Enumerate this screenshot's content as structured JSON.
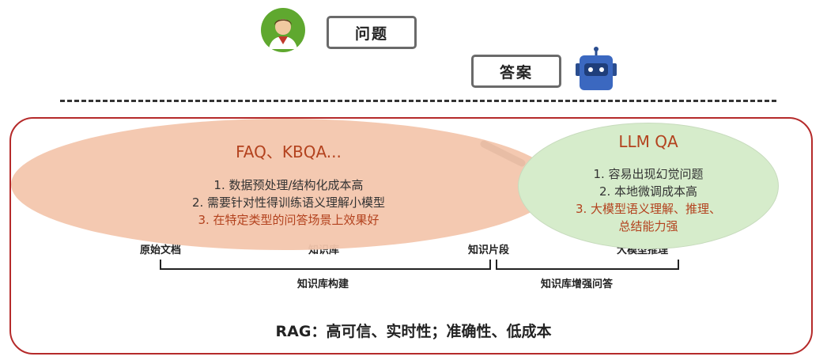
{
  "top": {
    "question_label": "问题",
    "answer_label": "答案",
    "user_icon": "user-avatar-icon",
    "robot_icon": "robot-icon"
  },
  "left_bubble": {
    "title": "FAQ、KBQA...",
    "lines": [
      "1. 数据预处理/结构化成本高",
      "2. 需要针对性得训练语义理解小模型",
      "3. 在特定类型的问答场景上效果好"
    ]
  },
  "right_bubble": {
    "title": "LLM QA",
    "lines": [
      "1. 容易出现幻觉问题",
      "2. 本地微调成本高",
      "3. 大模型语义理解、推理、",
      "总结能力强"
    ]
  },
  "pipeline": {
    "stages": [
      "原始文档",
      "知识库",
      "知识片段",
      "大模型推理"
    ],
    "groups": [
      "知识库构建",
      "知识库增强问答"
    ]
  },
  "footer": {
    "rag_summary": "RAG：高可信、实时性；准确性、低成本"
  },
  "colors": {
    "frame": "#b52a2a",
    "left_bubble": "#f3c6ad",
    "right_bubble": "#d6eccb",
    "accent_text": "#b3421e"
  }
}
